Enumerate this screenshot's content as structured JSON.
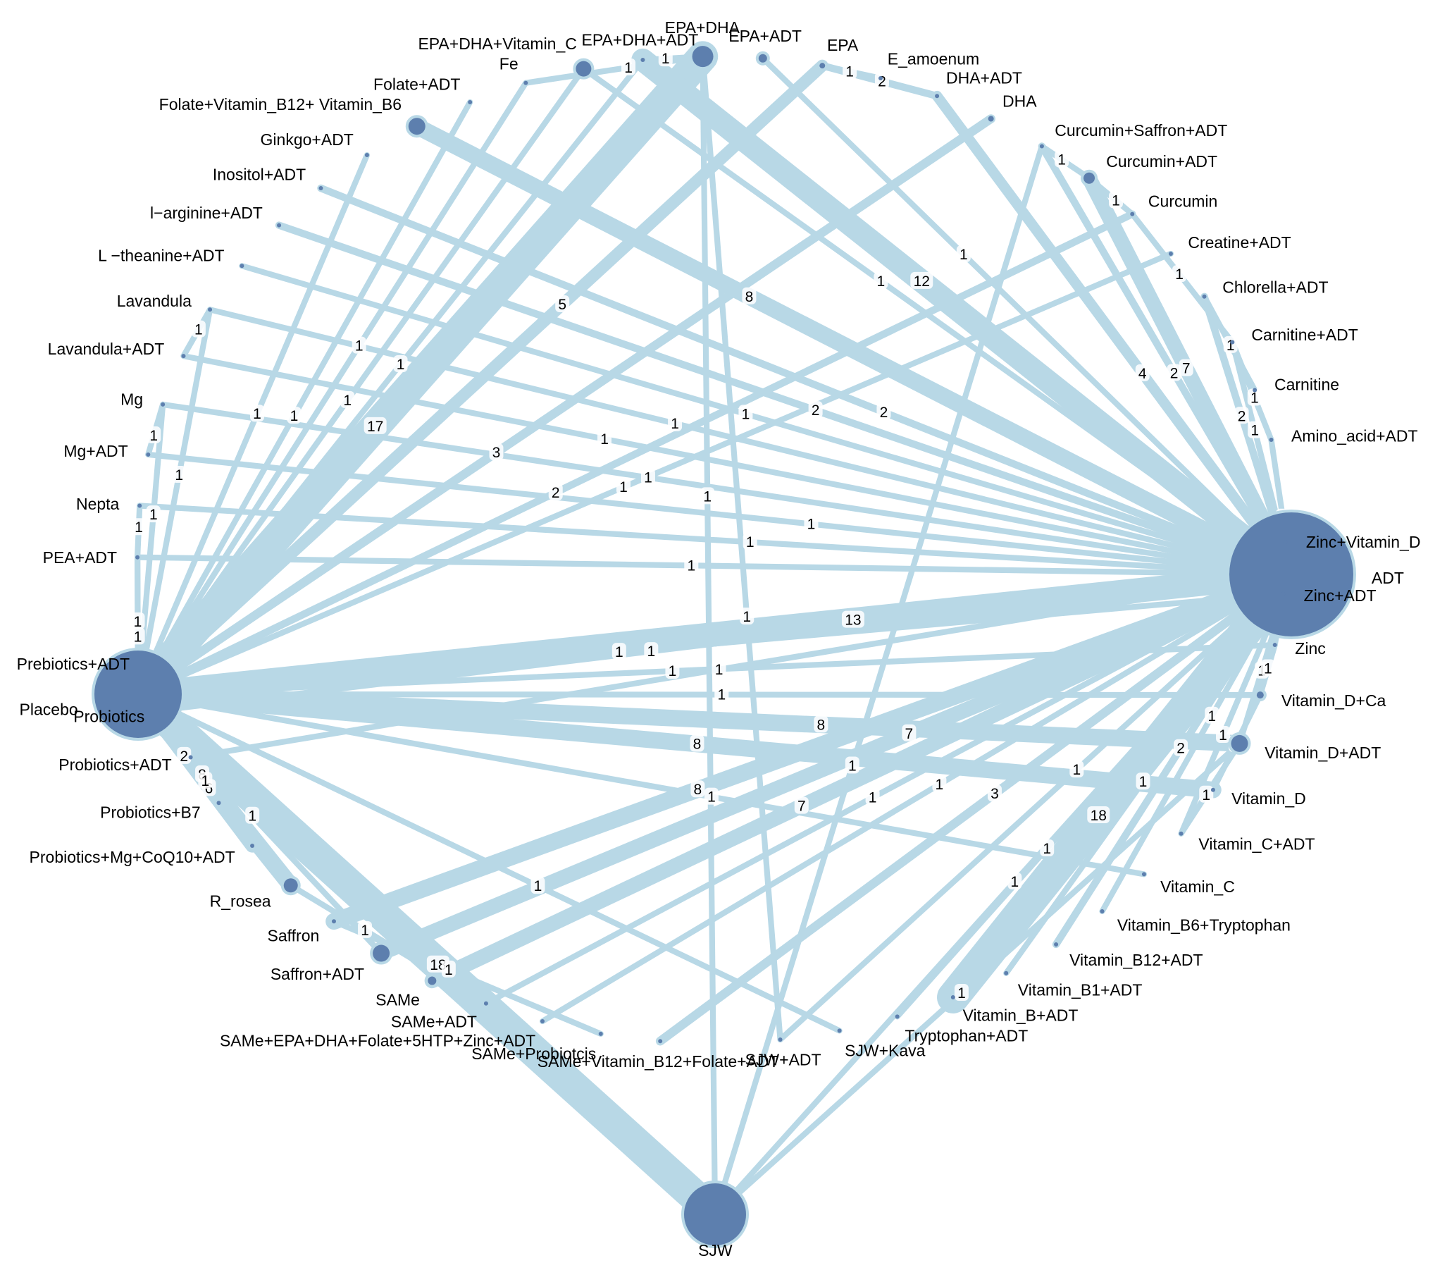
{
  "colors": {
    "edge": "#b8d8e6",
    "node": "#5d7fae",
    "label": "#000000"
  },
  "nodes": [
    {
      "id": "EPA+DHA+ADT",
      "label": "EPA+DHA+ADT",
      "size": 0
    },
    {
      "id": "EPA+DHA",
      "label": "EPA+DHA",
      "size": 4
    },
    {
      "id": "EPA+ADT",
      "label": "EPA+ADT",
      "size": 1
    },
    {
      "id": "EPA",
      "label": "EPA",
      "size": 1
    },
    {
      "id": "E_amoenum",
      "label": "E_amoenum",
      "size": 0
    },
    {
      "id": "DHA+ADT",
      "label": "DHA+ADT",
      "size": 0
    },
    {
      "id": "DHA",
      "label": "DHA",
      "size": 1
    },
    {
      "id": "Curcumin+Saffron+ADT",
      "label": "Curcumin+Saffron+ADT",
      "size": 0
    },
    {
      "id": "Curcumin+ADT",
      "label": "Curcumin+ADT",
      "size": 1
    },
    {
      "id": "Curcumin",
      "label": "Curcumin",
      "size": 0
    },
    {
      "id": "Creatine+ADT",
      "label": "Creatine+ADT",
      "size": 0
    },
    {
      "id": "Chlorella+ADT",
      "label": "Chlorella+ADT",
      "size": 0
    },
    {
      "id": "Carnitine+ADT",
      "label": "Carnitine+ADT",
      "size": 0
    },
    {
      "id": "Carnitine",
      "label": "Carnitine",
      "size": 0
    },
    {
      "id": "Amino_acid+ADT",
      "label": "Amino_acid+ADT",
      "size": 0
    },
    {
      "id": "ADT",
      "label": "ADT",
      "size": 30
    },
    {
      "id": "Zinc+Vitamin_D",
      "label": "Zinc+Vitamin_D",
      "size": 0
    },
    {
      "id": "Zinc+ADT",
      "label": "Zinc+ADT",
      "size": 0
    },
    {
      "id": "Zinc",
      "label": "Zinc",
      "size": 0
    },
    {
      "id": "Vitamin_D+Ca",
      "label": "Vitamin_D+Ca",
      "size": 1
    },
    {
      "id": "Vitamin_D+ADT",
      "label": "Vitamin_D+ADT",
      "size": 3
    },
    {
      "id": "Vitamin_D",
      "label": "Vitamin_D",
      "size": 0
    },
    {
      "id": "Vitamin_C+ADT",
      "label": "Vitamin_C+ADT",
      "size": 0
    },
    {
      "id": "Vitamin_C",
      "label": "Vitamin_C",
      "size": 0
    },
    {
      "id": "Vitamin_B6+Tryptophan",
      "label": "Vitamin_B6+Tryptophan",
      "size": 0
    },
    {
      "id": "Vitamin_B12+ADT",
      "label": "Vitamin_B12+ADT",
      "size": 0
    },
    {
      "id": "Vitamin_B1+ADT",
      "label": "Vitamin_B1+ADT",
      "size": 0
    },
    {
      "id": "Vitamin_B+ADT",
      "label": "Vitamin_B+ADT",
      "size": 0
    },
    {
      "id": "Tryptophan+ADT",
      "label": "Tryptophan+ADT",
      "size": 0
    },
    {
      "id": "SJW+Kava",
      "label": "SJW+Kava",
      "size": 0
    },
    {
      "id": "SJW+ADT",
      "label": "SJW+ADT",
      "size": 0
    },
    {
      "id": "SJW",
      "label": "SJW",
      "size": 18
    },
    {
      "id": "SAMe+Vitamin_B12+Folate+ADT",
      "label": "SAMe+Vitamin_B12+Folate+ADT",
      "size": 0
    },
    {
      "id": "SAMe+Probiotcis",
      "label": "SAMe+Probiotcis",
      "size": 0
    },
    {
      "id": "SAMe+EPA+DHA+Folate+5HTP+Zinc+ADT",
      "label": "SAMe+EPA+DHA+Folate+5HTP+Zinc+ADT",
      "size": 0
    },
    {
      "id": "SAMe+ADT",
      "label": "SAMe+ADT",
      "size": 0
    },
    {
      "id": "SAMe",
      "label": "SAMe",
      "size": 1
    },
    {
      "id": "Saffron+ADT",
      "label": "Saffron+ADT",
      "size": 3
    },
    {
      "id": "Saffron",
      "label": "Saffron",
      "size": 0
    },
    {
      "id": "R_rosea",
      "label": "R_rosea",
      "size": 2
    },
    {
      "id": "Probiotics+Mg+CoQ10+ADT",
      "label": "Probiotics+Mg+CoQ10+ADT",
      "size": 0
    },
    {
      "id": "Probiotics+B7",
      "label": "Probiotics+B7",
      "size": 0
    },
    {
      "id": "Probiotics+ADT",
      "label": "Probiotics+ADT",
      "size": 0
    },
    {
      "id": "Probiotics",
      "label": "Probiotics",
      "size": 2
    },
    {
      "id": "Prebiotics+ADT",
      "label": "Prebiotics+ADT",
      "size": 1
    },
    {
      "id": "Placebo",
      "label": "Placebo",
      "size": 28
    },
    {
      "id": "PEA+ADT",
      "label": "PEA+ADT",
      "size": 0
    },
    {
      "id": "Nepta",
      "label": "Nepta",
      "size": 0
    },
    {
      "id": "Mg+ADT",
      "label": "Mg+ADT",
      "size": 0
    },
    {
      "id": "Mg",
      "label": "Mg",
      "size": 0
    },
    {
      "id": "Lavandula+ADT",
      "label": "Lavandula+ADT",
      "size": 0
    },
    {
      "id": "Lavandula",
      "label": "Lavandula",
      "size": 0
    },
    {
      "id": "L−theanine+ADT",
      "label": "L −theanine+ADT",
      "size": 0
    },
    {
      "id": "l−arginine+ADT",
      "label": "l−arginine+ADT",
      "size": 0
    },
    {
      "id": "Inositol+ADT",
      "label": "Inositol+ADT",
      "size": 0
    },
    {
      "id": "Ginkgo+ADT",
      "label": "Ginkgo+ADT",
      "size": 0
    },
    {
      "id": "Folate+Vitamin_B12+ Vitamin_B6",
      "label": "Folate+Vitamin_B12+ Vitamin_B6",
      "size": 2
    },
    {
      "id": "Folate+ADT",
      "label": "Folate+ADT",
      "size": 0
    },
    {
      "id": "Fe",
      "label": "Fe",
      "size": 0
    },
    {
      "id": "EPA+DHA+Vitamin_C",
      "label": "EPA+DHA+Vitamin_C",
      "size": 2
    }
  ],
  "edges": [
    {
      "source": "Placebo",
      "target": "EPA+DHA",
      "count": 17
    },
    {
      "source": "Placebo",
      "target": "EPA+DHA+Vitamin_C",
      "count": 1
    },
    {
      "source": "Placebo",
      "target": "EPA+DHA+ADT",
      "count": 1
    },
    {
      "source": "Placebo",
      "target": "Fe",
      "count": 1
    },
    {
      "source": "Placebo",
      "target": "EPA",
      "count": 5
    },
    {
      "source": "Placebo",
      "target": "DHA",
      "count": 3
    },
    {
      "source": "Placebo",
      "target": "Folate+ADT",
      "count": 1
    },
    {
      "source": "Placebo",
      "target": "Ginkgo+ADT",
      "count": 1
    },
    {
      "source": "Placebo",
      "target": "Lavandula",
      "count": 1
    },
    {
      "source": "Placebo",
      "target": "Mg",
      "count": 1
    },
    {
      "source": "Placebo",
      "target": "PEA+ADT",
      "count": 1
    },
    {
      "source": "Placebo",
      "target": "Prebiotics+ADT",
      "count": 4
    },
    {
      "source": "Placebo",
      "target": "Probiotics",
      "count": 1
    },
    {
      "source": "Placebo",
      "target": "Probiotics+B7",
      "count": 2
    },
    {
      "source": "Placebo",
      "target": "Probiotics+Mg+CoQ10+ADT",
      "count": 6
    },
    {
      "source": "Placebo",
      "target": "R_rosea",
      "count": 8
    },
    {
      "source": "Placebo",
      "target": "Saffron+ADT",
      "count": 1
    },
    {
      "source": "Placebo",
      "target": "SJW",
      "count": 18
    },
    {
      "source": "Placebo",
      "target": "SJW+Kava",
      "count": 1
    },
    {
      "source": "Placebo",
      "target": "ADT",
      "count": 13
    },
    {
      "source": "Placebo",
      "target": "Zinc+ADT",
      "count": 1
    },
    {
      "source": "Placebo",
      "target": "Zinc",
      "count": 1
    },
    {
      "source": "Placebo",
      "target": "Vitamin_D",
      "count": 8
    },
    {
      "source": "Placebo",
      "target": "Vitamin_C",
      "count": 1
    },
    {
      "source": "Placebo",
      "target": "Vitamin_D+ADT",
      "count": 8
    },
    {
      "source": "Placebo",
      "target": "Curcumin",
      "count": 2
    },
    {
      "source": "Placebo",
      "target": "Creatine+ADT",
      "count": 1
    },
    {
      "source": "Placebo",
      "target": "Vitamin_D+Ca",
      "count": 1
    },
    {
      "source": "ADT",
      "target": "EPA+DHA+ADT",
      "count": 12
    },
    {
      "source": "ADT",
      "target": "Folate+Vitamin_B12+ Vitamin_B6",
      "count": 8
    },
    {
      "source": "ADT",
      "target": "Inositol+ADT",
      "count": 2
    },
    {
      "source": "ADT",
      "target": "l−arginine+ADT",
      "count": 2
    },
    {
      "source": "ADT",
      "target": "L−theanine+ADT",
      "count": 1
    },
    {
      "source": "ADT",
      "target": "Lavandula",
      "count": 1
    },
    {
      "source": "ADT",
      "target": "Lavandula+ADT",
      "count": 1
    },
    {
      "source": "ADT",
      "target": "Mg+ADT",
      "count": 1
    },
    {
      "source": "ADT",
      "target": "Nepta",
      "count": 1
    },
    {
      "source": "ADT",
      "target": "PEA+ADT",
      "count": 1
    },
    {
      "source": "ADT",
      "target": "Mg",
      "count": 1
    },
    {
      "source": "ADT",
      "target": "EPA+ADT",
      "count": 1
    },
    {
      "source": "ADT",
      "target": "DHA+ADT",
      "count": 4
    },
    {
      "source": "ADT",
      "target": "Curcumin+Saffron+ADT",
      "count": 2
    },
    {
      "source": "ADT",
      "target": "Curcumin+ADT",
      "count": 7
    },
    {
      "source": "ADT",
      "target": "Chlorella+ADT",
      "count": 2
    },
    {
      "source": "ADT",
      "target": "Carnitine+ADT",
      "count": 1
    },
    {
      "source": "ADT",
      "target": "Amino_acid+ADT",
      "count": 1
    },
    {
      "source": "ADT",
      "target": "Zinc+Vitamin_D",
      "count": 2
    },
    {
      "source": "ADT",
      "target": "Zinc+ADT",
      "count": 1
    },
    {
      "source": "ADT",
      "target": "Vitamin_D+ADT",
      "count": 1
    },
    {
      "source": "ADT",
      "target": "Vitamin_C+ADT",
      "count": 1
    },
    {
      "source": "ADT",
      "target": "Vitamin_B6+Tryptophan",
      "count": 1
    },
    {
      "source": "ADT",
      "target": "Vitamin_B12+ADT",
      "count": 2
    },
    {
      "source": "ADT",
      "target": "Vitamin_B1+ADT",
      "count": 1
    },
    {
      "source": "ADT",
      "target": "Vitamin_B+ADT",
      "count": 18
    },
    {
      "source": "ADT",
      "target": "Tryptophan+ADT",
      "count": 1
    },
    {
      "source": "ADT",
      "target": "SJW+ADT",
      "count": 1
    },
    {
      "source": "ADT",
      "target": "SAMe+Vitamin_B12+Folate+ADT",
      "count": 3
    },
    {
      "source": "ADT",
      "target": "SAMe+ADT",
      "count": 1
    },
    {
      "source": "ADT",
      "target": "SAMe",
      "count": 7
    },
    {
      "source": "ADT",
      "target": "Saffron",
      "count": 8
    },
    {
      "source": "ADT",
      "target": "Saffron+ADT",
      "count": 7
    },
    {
      "source": "ADT",
      "target": "SAMe+EPA+DHA+Folate+5HTP+Zinc+ADT",
      "count": 1
    },
    {
      "source": "ADT",
      "target": "Probiotics+ADT",
      "count": 1
    },
    {
      "source": "ADT",
      "target": "Probiotics",
      "count": 1
    },
    {
      "source": "EPA+DHA",
      "target": "EPA+DHA+ADT",
      "count": 1
    },
    {
      "source": "EPA+DHA",
      "target": "Fe",
      "count": 1
    },
    {
      "source": "EPA",
      "target": "E_amoenum",
      "count": 1
    },
    {
      "source": "EPA",
      "target": "DHA+ADT",
      "count": 2
    },
    {
      "source": "EPA+DHA",
      "target": "SJW+ADT",
      "count": 1
    },
    {
      "source": "Curcumin+ADT",
      "target": "Curcumin",
      "count": 1
    },
    {
      "source": "Curcumin+Saffron+ADT",
      "target": "Curcumin+ADT",
      "count": 1
    },
    {
      "source": "Curcumin",
      "target": "Carnitine+ADT",
      "count": 1
    },
    {
      "source": "Chlorella+ADT",
      "target": "Carnitine",
      "count": 1
    },
    {
      "source": "Carnitine+ADT",
      "target": "Amino_acid+ADT",
      "count": 1
    },
    {
      "source": "Zinc+Vitamin_D",
      "target": "Zinc+ADT",
      "count": 1
    },
    {
      "source": "Zinc+ADT",
      "target": "Zinc",
      "count": 1
    },
    {
      "source": "Zinc",
      "target": "Vitamin_D+Ca",
      "count": 1
    },
    {
      "source": "Vitamin_D+Ca",
      "target": "Vitamin_D",
      "count": 1
    },
    {
      "source": "Vitamin_D+ADT",
      "target": "Vitamin_C+ADT",
      "count": 1
    },
    {
      "source": "SJW",
      "target": "EPA+DHA",
      "count": 1
    },
    {
      "source": "SJW",
      "target": "Curcumin+Saffron+ADT",
      "count": 1
    },
    {
      "source": "SJW",
      "target": "Vitamin_D+ADT",
      "count": 1
    },
    {
      "source": "SJW",
      "target": "ADT",
      "count": 1
    },
    {
      "source": "Lavandula+ADT",
      "target": "Lavandula",
      "count": 1
    },
    {
      "source": "Mg",
      "target": "Mg+ADT",
      "count": 1
    },
    {
      "source": "Nepta",
      "target": "PEA+ADT",
      "count": 1
    },
    {
      "source": "PEA+ADT",
      "target": "Placebo",
      "count": 1
    },
    {
      "source": "Probiotics+ADT",
      "target": "Probiotics+B7",
      "count": 1
    },
    {
      "source": "SAMe+Probiotcis",
      "target": "Saffron",
      "count": 1
    },
    {
      "source": "SAMe+ADT",
      "target": "R_rosea",
      "count": 1
    },
    {
      "source": "EPA+DHA+Vitamin_C",
      "target": "ADT",
      "count": 1
    }
  ]
}
